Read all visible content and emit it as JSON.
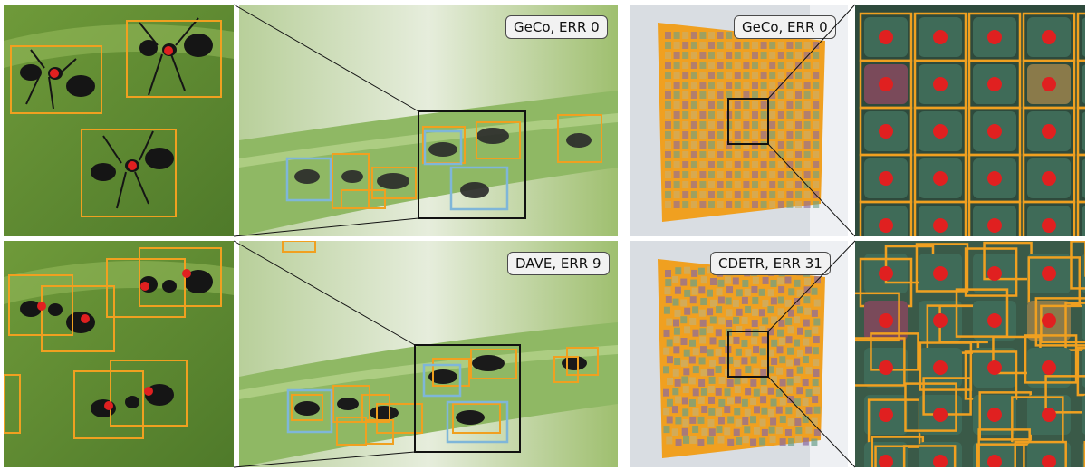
{
  "panels": [
    {
      "id": "ants-geco",
      "method_label": "GeCo, ERR 0"
    },
    {
      "id": "ants-dave",
      "method_label": "DAVE, ERR 9"
    },
    {
      "id": "beads-geco",
      "method_label": "GeCo, ERR 0"
    },
    {
      "id": "beads-cdetr",
      "method_label": "CDETR, ERR 31"
    }
  ],
  "colors": {
    "prediction_box": "#f0a020",
    "exemplar_box": "#7fb6d9",
    "center_point": "#e02020",
    "zoom_frame": "#111111",
    "leaf": "#8fb864",
    "background_blur": "#c8d8a8",
    "ant": "#1a1a1a"
  }
}
